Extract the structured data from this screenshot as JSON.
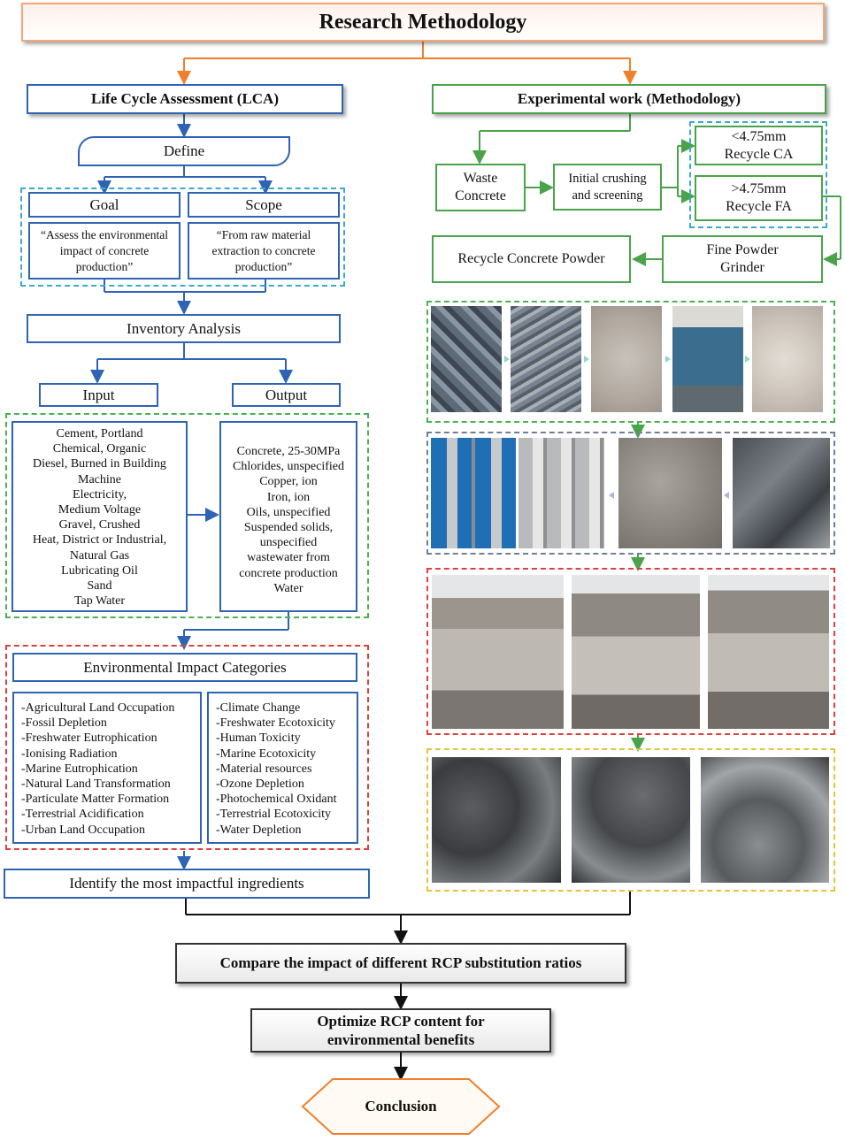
{
  "title": "Research Methodology",
  "lca": {
    "header": "Life Cycle Assessment (LCA)",
    "define": "Define",
    "goal_label": "Goal",
    "scope_label": "Scope",
    "goal_text": "“Assess the environmental impact of concrete production”",
    "scope_text": "“From raw material extraction to concrete production”",
    "inventory": "Inventory Analysis",
    "input_label": "Input",
    "output_label": "Output",
    "inputs": [
      "Cement, Portland",
      "Chemical, Organic",
      "Diesel, Burned in Building",
      "Machine",
      "Electricity,",
      "Medium Voltage",
      "Gravel, Crushed",
      "Heat, District or Industrial,",
      "Natural Gas",
      "Lubricating Oil",
      "Sand",
      "Tap Water"
    ],
    "outputs": [
      "Concrete, 25-30MPa",
      "Chlorides, unspecified",
      "Copper, ion",
      "Iron, ion",
      "Oils, unspecified",
      "Suspended solids,",
      "unspecified",
      "wastewater from",
      "concrete production",
      "Water"
    ],
    "impact_header": "Environmental Impact Categories",
    "impacts_left": [
      "-Agricultural Land Occupation",
      "-Fossil Depletion",
      "-Freshwater Eutrophication",
      "-Ionising Radiation",
      "-Marine Eutrophication",
      "-Natural Land Transformation",
      "-Particulate Matter Formation",
      "-Terrestrial Acidification",
      "-Urban Land Occupation"
    ],
    "impacts_right": [
      "-Climate Change",
      "-Freshwater Ecotoxicity",
      "-Human Toxicity",
      "-Marine Ecotoxicity",
      "-Material resources",
      "-Ozone Depletion",
      "-Photochemical Oxidant",
      "-Terrestrial Ecotoxicity",
      "-Water Depletion"
    ],
    "identify": "Identify the most impactful ingredients"
  },
  "exp": {
    "header": "Experimental work (Methodology)",
    "waste_line1": "Waste",
    "waste_line2": "Concrete",
    "crush_line1": "Initial crushing",
    "crush_line2": "and screening",
    "ca_line1": "<4.75mm",
    "ca_line2": "Recycle CA",
    "fa_line1": ">4.75mm",
    "fa_line2": "Recycle FA",
    "grinder_line1": "Fine Powder",
    "grinder_line2": "Grinder",
    "rcp": "Recycle Concrete Powder"
  },
  "compare": "Compare the impact of different RCP substitution ratios",
  "optimize_line1": "Optimize RCP content for",
  "optimize_line2": "environmental benefits",
  "conclusion": "Conclusion",
  "colors": {
    "blue": "#2f63b3",
    "green": "#4aa34a",
    "orange": "#f07f2a",
    "black": "#111111"
  }
}
